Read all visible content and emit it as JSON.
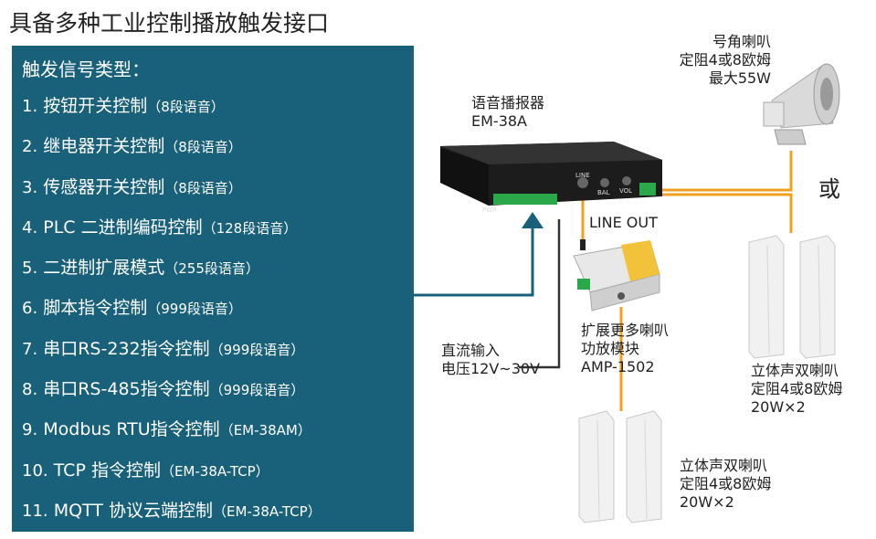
{
  "title": "具备多种工业控制播放触发接口",
  "panel": {
    "heading": "触发信号类型：",
    "items": [
      {
        "num": "1.",
        "text": "按钮开关控制",
        "sub": "（8段语音）"
      },
      {
        "num": "2.",
        "text": "继电器开关控制",
        "sub": "（8段语音）"
      },
      {
        "num": "3.",
        "text": "传感器开关控制",
        "sub": "（8段语音）"
      },
      {
        "num": "4.",
        "text": "PLC 二进制编码控制",
        "sub": "（128段语音）"
      },
      {
        "num": "5.",
        "text": "二进制扩展模式",
        "sub": "（255段语音）"
      },
      {
        "num": "6.",
        "text": "脚本指令控制",
        "sub": "（999段语音）"
      },
      {
        "num": "7.",
        "text": "串口RS-232指令控制",
        "sub": "（999段语音）"
      },
      {
        "num": "8.",
        "text": "串口RS-485指令控制",
        "sub": "（999段语音）"
      },
      {
        "num": "9.",
        "text": "Modbus RTU指令控制",
        "sub": "（EM-38AM）"
      },
      {
        "num": "10.",
        "text": "TCP 指令控制",
        "sub": "（EM-38A-TCP）"
      },
      {
        "num": "11.",
        "text": "MQTT 协议云端控制",
        "sub": "（EM-38A-TCP）"
      }
    ]
  },
  "player": {
    "line1": "语音播报器",
    "line2": "EM-38A",
    "port_line": "LINE",
    "port_pwr": "PWR",
    "port_bal": "BAL",
    "port_vol": "VOL"
  },
  "horn": {
    "line1": "号角喇叭",
    "line2": "定阻4或8欧姆",
    "line3": "最大55W"
  },
  "or_text": "或",
  "line_out": "LINE OUT",
  "amp": {
    "line1": "扩展更多喇叭",
    "line2": "功放模块",
    "line3": "AMP-1502"
  },
  "power": {
    "line1": "直流输入",
    "line2": "电压12V~30V"
  },
  "column_right": {
    "line1": "立体声双喇叭",
    "line2": "定阻4或8欧姆",
    "line3": "20W×2"
  },
  "column_bottom": {
    "line1": "立体声双喇叭",
    "line2": "定阻4或8欧姆",
    "line3": "20W×2"
  },
  "colors": {
    "panel": "#19617a",
    "wire_orange": "#f0a020",
    "wire_teal": "#19617a",
    "wire_black": "#333333",
    "terminal_green": "#2aa84a"
  }
}
